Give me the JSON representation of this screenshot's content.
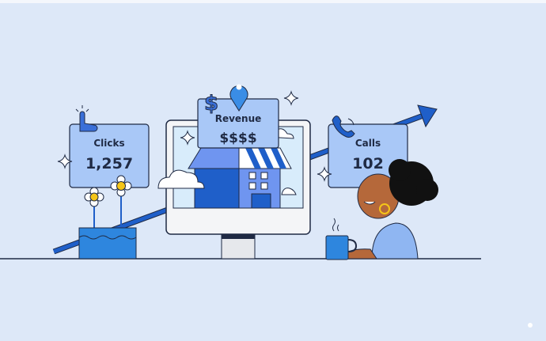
{
  "cards": {
    "clicks": {
      "label": "Clicks",
      "value": "1,257"
    },
    "revenue": {
      "label": "Revenue",
      "value": "$$$$"
    },
    "calls": {
      "label": "Calls",
      "value": "102"
    }
  },
  "icons": {
    "dollar": "$"
  },
  "colors": {
    "background": "#dde8f8",
    "card": "#a9c8f7",
    "accent": "#1f5fc9",
    "outline": "#1f2a44"
  }
}
